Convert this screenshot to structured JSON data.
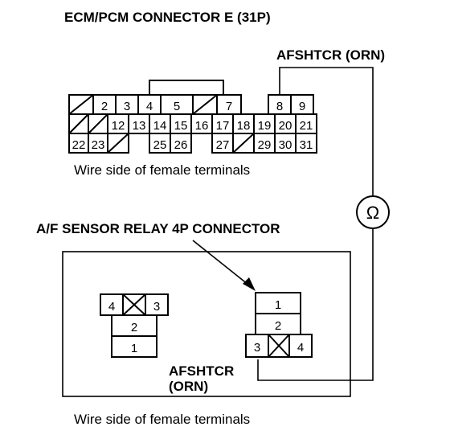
{
  "ecm_connector": {
    "title": "ECM/PCM CONNECTOR E (31P)",
    "caption": "Wire side of female terminals",
    "rows": [
      [
        "/",
        "2",
        "3",
        "4",
        "5",
        "/",
        "7",
        "8",
        "9"
      ],
      [
        "/",
        "/",
        "12",
        "13",
        "14",
        "15",
        "16",
        "17",
        "18",
        "19",
        "20",
        "21"
      ],
      [
        "22",
        "23",
        "/",
        "25",
        "26",
        "27",
        "/",
        "29",
        "30",
        "31"
      ]
    ]
  },
  "wire_label_top": "AFSHTCR (ORN)",
  "meter_symbol": "Ω",
  "relay_connector": {
    "title": "A/F SENSOR RELAY 4P CONNECTOR",
    "caption": "Wire side of female terminals",
    "left_pins": [
      "4",
      "3",
      "2",
      "1"
    ],
    "right_pins": [
      "1",
      "2",
      "3",
      "4"
    ],
    "wire_label_line1": "AFSHTCR",
    "wire_label_line2": "(ORN)"
  }
}
